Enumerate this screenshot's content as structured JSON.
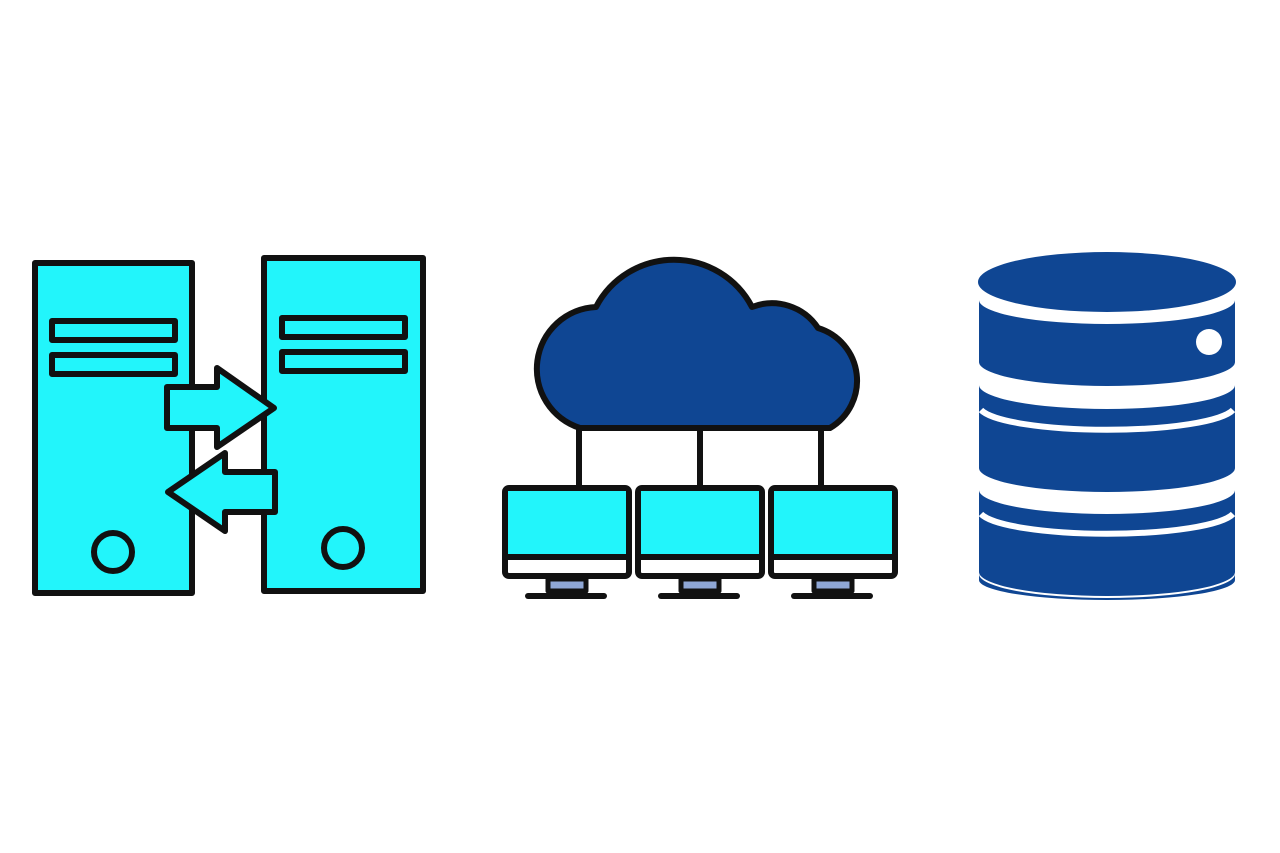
{
  "colors": {
    "background": "#ffffff",
    "cyan": "#22f5fb",
    "navy": "#0f4693",
    "outline": "#111111",
    "stand": "#8fa7d6",
    "white": "#ffffff"
  },
  "icons": [
    {
      "id": "servers",
      "name": "server-transfer-icon"
    },
    {
      "id": "cloud",
      "name": "cloud-network-icon"
    },
    {
      "id": "database",
      "name": "database-icon"
    }
  ]
}
